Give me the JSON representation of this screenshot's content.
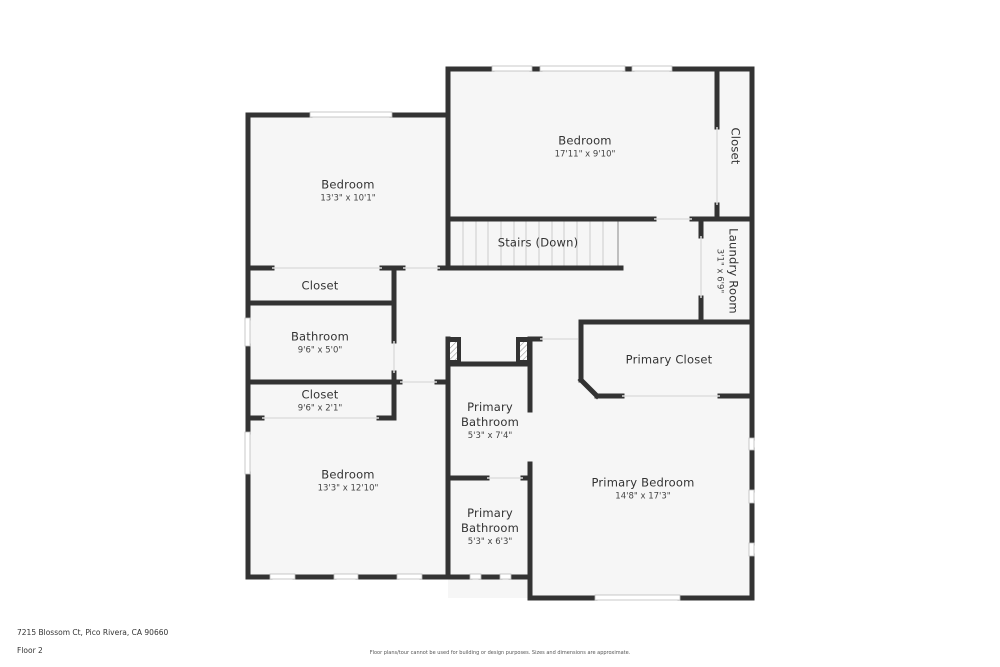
{
  "floorplan": {
    "floor": "Floor 2",
    "address": "7215 Blossom Ct, Pico Rivera, CA 90660",
    "disclaimer": "Floor plans/tour cannot be used for building or design purposes. Sizes and dimensions are approximate.",
    "colors": {
      "wall": "#333333",
      "floor": "#f6f6f6",
      "window": "#ffffff",
      "text": "#333333"
    },
    "rooms": [
      {
        "id": "bedroom-nw",
        "name": "Bedroom",
        "dimensions": "13'3\" x 10'1\""
      },
      {
        "id": "bedroom-north",
        "name": "Bedroom",
        "dimensions": "17'11\" x 9'10\""
      },
      {
        "id": "closet-ne",
        "name": "Closet",
        "dimensions": ""
      },
      {
        "id": "stairs",
        "name": "Stairs (Down)",
        "dimensions": ""
      },
      {
        "id": "laundry",
        "name": "Laundry Room",
        "dimensions": "3'1\" x 6'9\""
      },
      {
        "id": "closet-w1",
        "name": "Closet",
        "dimensions": ""
      },
      {
        "id": "bathroom",
        "name": "Bathroom",
        "dimensions": "9'6\" x 5'0\""
      },
      {
        "id": "closet-w2",
        "name": "Closet",
        "dimensions": "9'6\" x 2'1\""
      },
      {
        "id": "bedroom-sw",
        "name": "Bedroom",
        "dimensions": "13'3\" x 12'10\""
      },
      {
        "id": "primary-bath-1",
        "name": "Primary Bathroom",
        "name_lines": [
          "Primary",
          "Bathroom"
        ],
        "dimensions": "5'3\" x 7'4\""
      },
      {
        "id": "primary-bath-2",
        "name": "Primary Bathroom",
        "name_lines": [
          "Primary",
          "Bathroom"
        ],
        "dimensions": "5'3\" x 6'3\""
      },
      {
        "id": "primary-closet",
        "name": "Primary Closet",
        "dimensions": ""
      },
      {
        "id": "primary-bedroom",
        "name": "Primary Bedroom",
        "dimensions": "14'8\" x 17'3\""
      }
    ]
  }
}
